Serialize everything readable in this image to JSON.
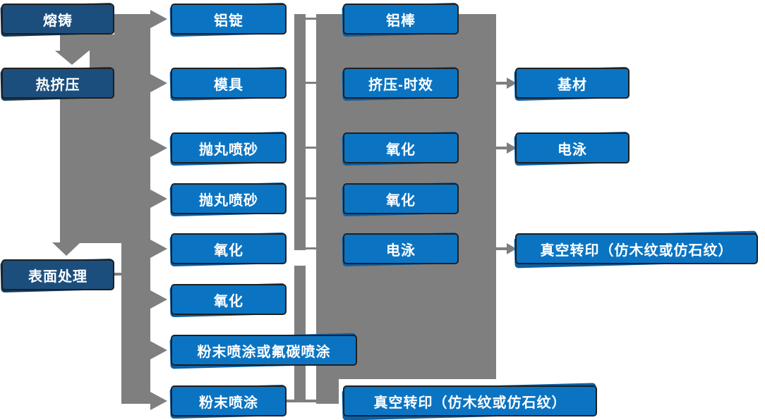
{
  "diagram": {
    "nodes": {
      "melting_casting": "熔铸",
      "hot_extrusion": "热挤压",
      "surface_treatment": "表面处理",
      "aluminum_ingot": "铝锭",
      "mold": "模具",
      "shot_blast_1": "抛丸喷砂",
      "shot_blast_2": "抛丸喷砂",
      "oxidation_1": "氧化",
      "oxidation_2": "氧化",
      "powder_or_fluorocarbon": "粉末喷涂或氟碳喷涂",
      "powder_coating": "粉末喷涂",
      "aluminum_rod": "铝棒",
      "extrusion_aging": "挤压-时效",
      "oxidation_3": "氧化",
      "oxidation_4": "氧化",
      "electrophoresis_1": "电泳",
      "vacuum_transfer_1": "真空转印（仿木纹或仿石纹）",
      "base_material": "基材",
      "electrophoresis_2": "电泳",
      "vacuum_transfer_2": "真空转印（仿木纹或仿石纹）"
    },
    "arrows": {
      "down_arrows_to": [
        "热挤压",
        "表面处理"
      ],
      "left_rail_arrows_to": [
        "铝锭",
        "模具",
        "抛丸喷砂",
        "抛丸喷砂",
        "氧化",
        "氧化",
        "粉末喷涂或氟碳喷涂",
        "粉末喷涂"
      ],
      "panel_arrows_to": [
        "基材",
        "电泳",
        "真空转印（仿木纹或仿石纹）"
      ]
    },
    "colors": {
      "navy": "#1C4E7D",
      "navy_shadow": "#123A60",
      "blue": "#0B74C2",
      "blue_shadow": "#0A5FA6",
      "connector_gray": "#7F7F7F",
      "border": "#1F1F1F",
      "text": "#FFFFFF",
      "background": "#FFFFFF"
    }
  }
}
